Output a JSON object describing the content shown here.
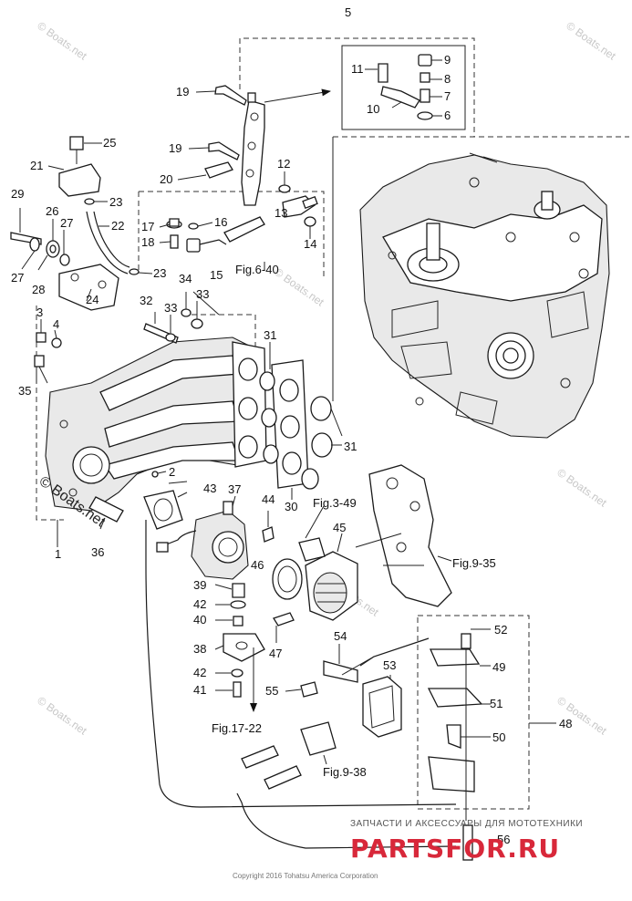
{
  "parts": {
    "p1": "1",
    "p2": "2",
    "p3": "3",
    "p4": "4",
    "p5": "5",
    "p6": "6",
    "p7": "7",
    "p8": "8",
    "p9": "9",
    "p10": "10",
    "p11": "11",
    "p12": "12",
    "p13": "13",
    "p14": "14",
    "p15": "15",
    "p16": "16",
    "p17": "17",
    "p18": "18",
    "p19a": "19",
    "p19b": "19",
    "p20": "20",
    "p21": "21",
    "p22": "22",
    "p23a": "23",
    "p23b": "23",
    "p24": "24",
    "p25": "25",
    "p26": "26",
    "p27a": "27",
    "p27b": "27",
    "p28": "28",
    "p29": "29",
    "p30": "30",
    "p31a": "31",
    "p31b": "31",
    "p32": "32",
    "p33a": "33",
    "p33b": "33",
    "p34": "34",
    "p35": "35",
    "p36": "36",
    "p37": "37",
    "p38": "38",
    "p39": "39",
    "p40": "40",
    "p41": "41",
    "p42a": "42",
    "p42b": "42",
    "p43": "43",
    "p44": "44",
    "p45": "45",
    "p46": "46",
    "p47": "47",
    "p48": "48",
    "p49": "49",
    "p50": "50",
    "p51": "51",
    "p52": "52",
    "p53": "53",
    "p54": "54",
    "p55": "55",
    "p56": "56"
  },
  "refs": {
    "fig_6_40": "Fig.6-40",
    "fig_3_49": "Fig.3-49",
    "fig_9_35": "Fig.9-35",
    "fig_17_22": "Fig.17-22",
    "fig_9_38": "Fig.9-38"
  },
  "watermarks": {
    "boats": "© Boats.net",
    "boats_faint": "© Boats.net",
    "shop_tagline": "ЗАПЧАСТИ И АКСЕССУАРЫ ДЛЯ МОТОТЕХНИКИ",
    "shop_brand": "PARTSFOR.RU"
  },
  "footer": {
    "copyright": "Copyright 2016 Tohatsu America Corporation"
  },
  "colors": {
    "line": "#1a1a1a",
    "brand_red": "#d8283a"
  }
}
